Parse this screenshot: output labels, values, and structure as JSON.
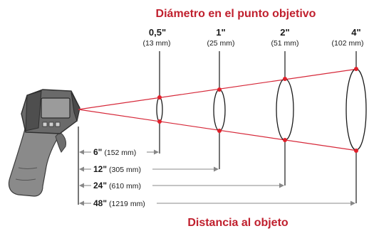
{
  "diagram": {
    "title_top": "Diámetro en el punto objetivo",
    "title_bottom": "Distancia al objeto",
    "colors": {
      "title": "#c0202e",
      "beam": "#d62839",
      "dot": "#e0202a",
      "line": "#1a1a1a",
      "arrow": "#888888",
      "device_body": "#5a5a5a",
      "device_grip": "#8a8a8a"
    },
    "device_icon": "infrared-thermometer-icon",
    "spots": [
      {
        "size": "0,5\"",
        "metric": "(13 mm)"
      },
      {
        "size": "1\"",
        "metric": "(25 mm)"
      },
      {
        "size": "2\"",
        "metric": "(51 mm)"
      },
      {
        "size": "4\"",
        "metric": "(102 mm)"
      }
    ],
    "distances": [
      {
        "distance": "6\"",
        "metric": "(152 mm)"
      },
      {
        "distance": "12\"",
        "metric": "(305 mm)"
      },
      {
        "distance": "24\"",
        "metric": "(610 mm)"
      },
      {
        "distance": "48\"",
        "metric": "(1219 mm)"
      }
    ]
  }
}
